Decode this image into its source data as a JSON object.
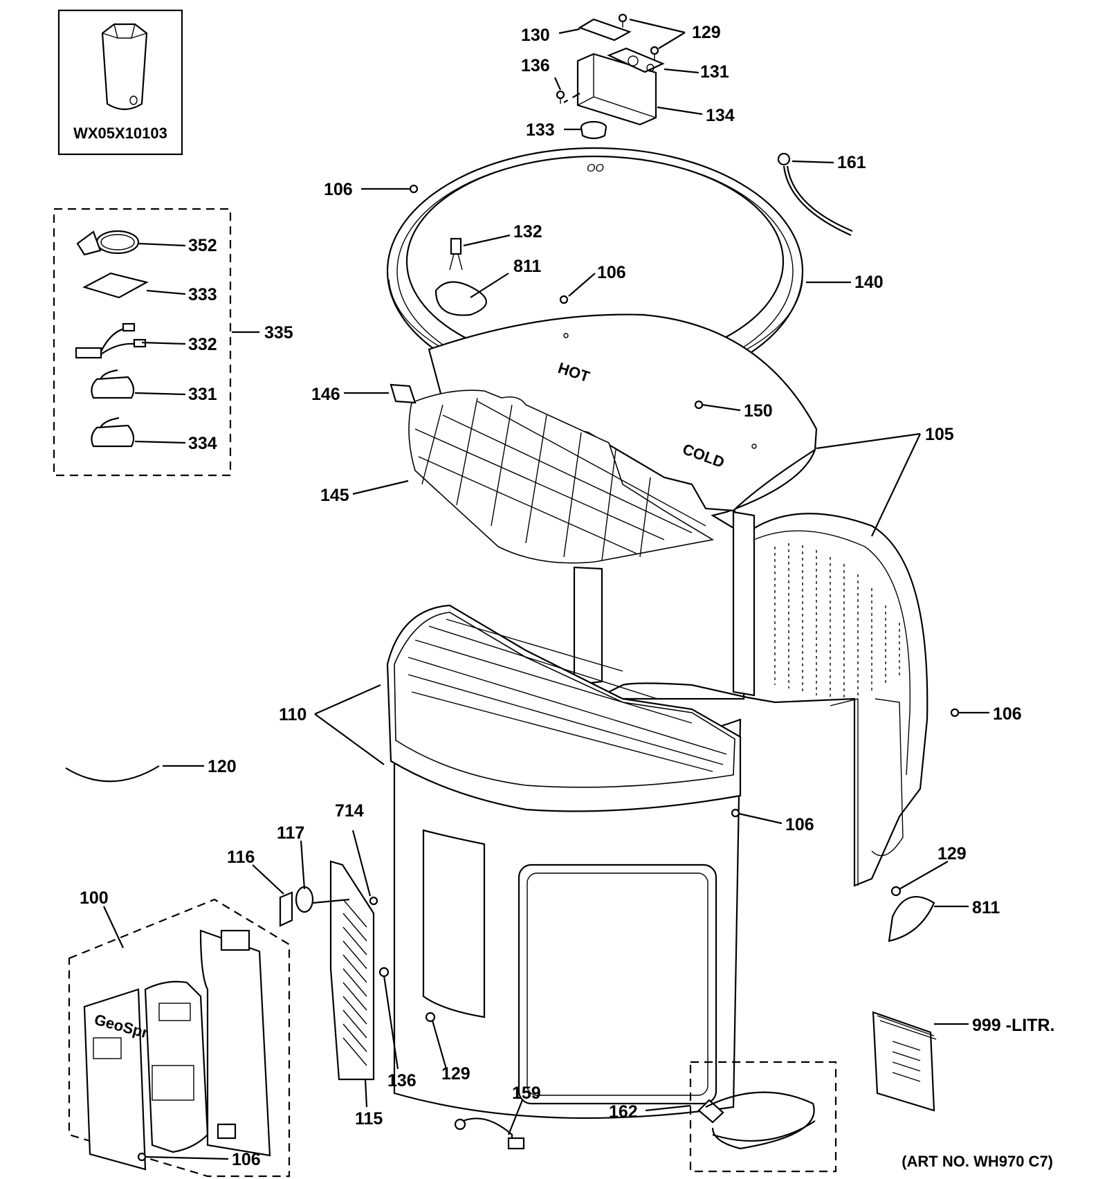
{
  "tool_kit_label": "WX05X10103",
  "art_number": "(ART NO. WH970 C7)",
  "display_brand": "GeoSpring",
  "tank_labels": {
    "hot": "HOT",
    "cold": "COLD"
  },
  "callouts": {
    "c130": "130",
    "c129a": "129",
    "c136a": "136",
    "c131": "131",
    "c134": "134",
    "c133": "133",
    "c161": "161",
    "c106a": "106",
    "c132": "132",
    "c811a": "811",
    "c106b": "106",
    "c140": "140",
    "c352": "352",
    "c333": "333",
    "c332": "332",
    "c335": "335",
    "c331": "331",
    "c334": "334",
    "c146": "146",
    "c150": "150",
    "c105": "105",
    "c145": "145",
    "c106c": "106",
    "c110": "110",
    "c120": "120",
    "c714": "714",
    "c106d": "106",
    "c117": "117",
    "c116": "116",
    "c129b": "129",
    "c100": "100",
    "c811b": "811",
    "c136b": "136",
    "c129c": "129",
    "c999": "999 -LITR.",
    "c159": "159",
    "c115": "115",
    "c162": "162",
    "c106e": "106"
  }
}
